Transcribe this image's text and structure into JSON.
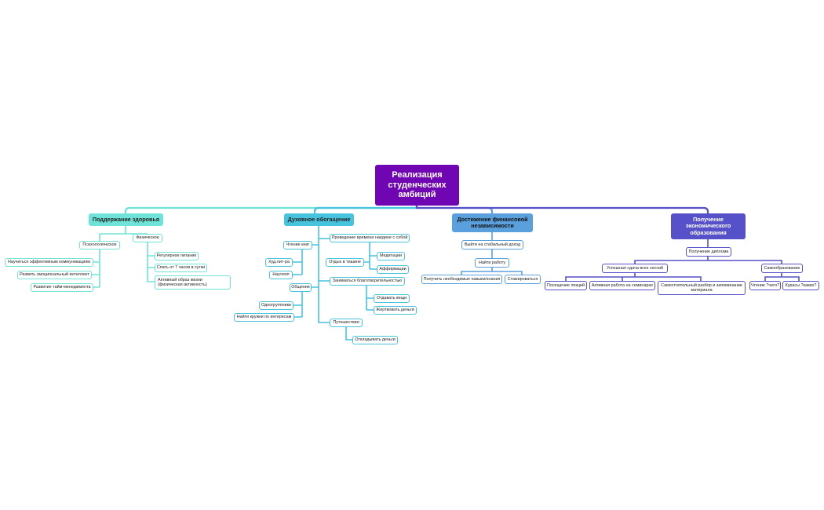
{
  "root": {
    "label": "Реализация студенческих амбиций",
    "color": "#6f05b3"
  },
  "branches": [
    {
      "label": "Поддержание здоровья",
      "color": "#6fe3d8",
      "nodes": [
        {
          "label": "Психологическое"
        },
        {
          "label": "Научиться эффективным коммуникациям"
        },
        {
          "label": "Развить эмоциональный интеллект"
        },
        {
          "label": "Развитие тайм-менеджмента"
        },
        {
          "label": "Физическое"
        },
        {
          "label": "Регулярное питание"
        },
        {
          "label": "Спать от 7 часов в сутки"
        },
        {
          "label": "Активный образ жизни (физическая активность)"
        }
      ]
    },
    {
      "label": "Духовное обогащение",
      "color": "#47c4dd",
      "nodes": [
        {
          "label": "Чтение книг"
        },
        {
          "label": "Худ.лит-ра"
        },
        {
          "label": "Научпоп"
        },
        {
          "label": "Общение"
        },
        {
          "label": "Одногруппники"
        },
        {
          "label": "Найти кружки по интересам"
        },
        {
          "label": "Проведение времени наедине с собой"
        },
        {
          "label": "Отдых в тишине"
        },
        {
          "label": "Медитации"
        },
        {
          "label": "Аффирмации"
        },
        {
          "label": "Заниматься благотворительностью"
        },
        {
          "label": "Отдавать вещи"
        },
        {
          "label": "Жертвовать деньги"
        },
        {
          "label": "Путешествия"
        },
        {
          "label": "Откладывать деньги"
        }
      ]
    },
    {
      "label": "Достижение финансовой независимости",
      "color": "#5aa0dd",
      "nodes": [
        {
          "label": "Выйти на стабильный доход"
        },
        {
          "label": "Найти работу"
        },
        {
          "label": "Получить необходимые навыки/знания"
        },
        {
          "label": "Стажироваться"
        }
      ]
    },
    {
      "label": "Получение экономического образования",
      "color": "#5650c9",
      "nodes": [
        {
          "label": "Получение диплома"
        },
        {
          "label": "Успешная сдача всех сессий"
        },
        {
          "label": "Посещение лекций"
        },
        {
          "label": "Активная работа на семинарах"
        },
        {
          "label": "Самостоятельный разбор и запоминание материала"
        },
        {
          "label": "Самообразование"
        },
        {
          "label": "Чтение ?чего?"
        },
        {
          "label": "Курасы ?какие?"
        }
      ]
    }
  ]
}
